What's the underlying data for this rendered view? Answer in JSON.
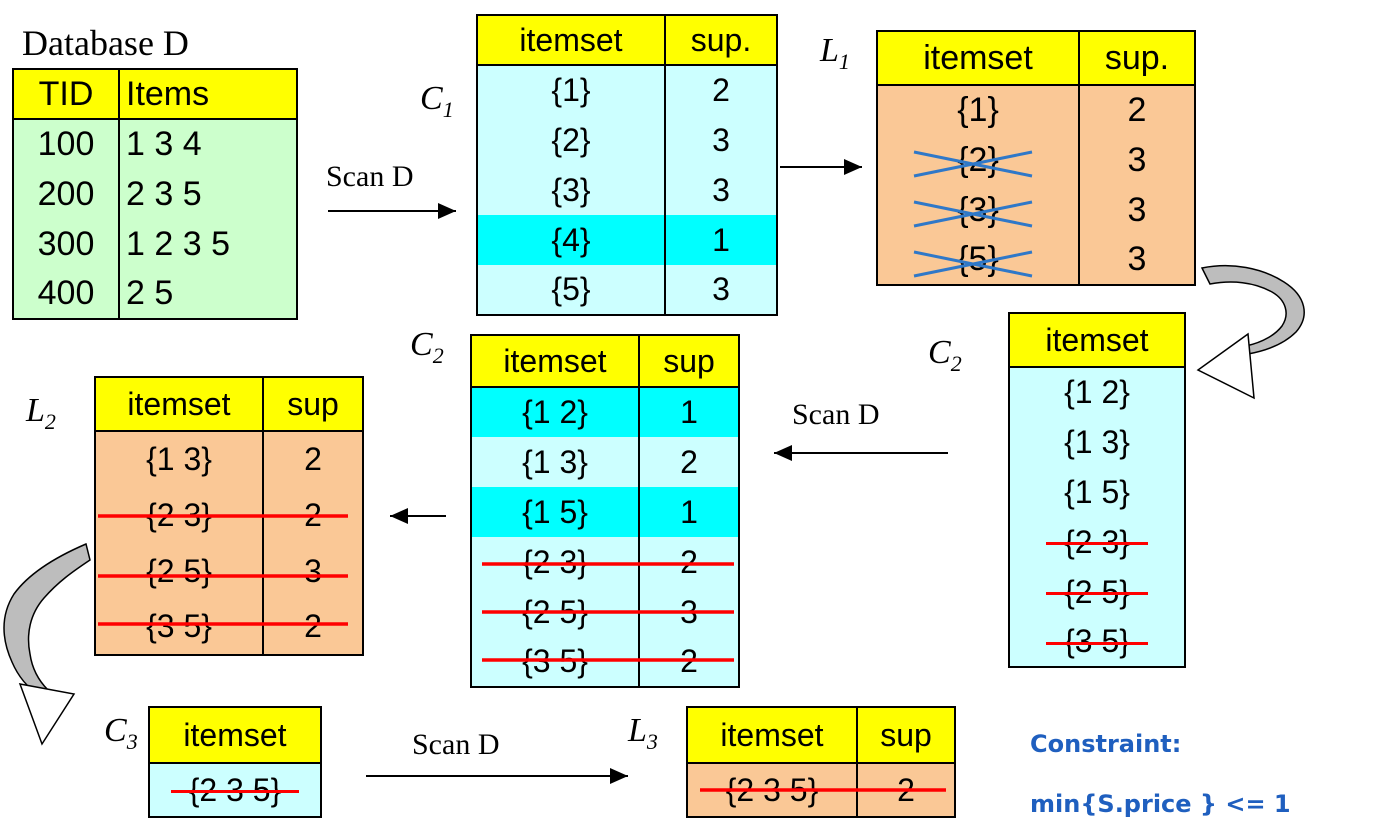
{
  "database": {
    "label": "Database D",
    "headers": [
      "TID",
      "Items"
    ],
    "rows": [
      [
        "100",
        "1 3 4"
      ],
      [
        "200",
        "2 3 5"
      ],
      [
        "300",
        "1 2 3 5"
      ],
      [
        "400",
        "2 5"
      ]
    ]
  },
  "scan_label": "Scan D",
  "c1": {
    "label": "C",
    "sub": "1",
    "headers": [
      "itemset",
      "sup."
    ],
    "rows": [
      [
        "{1}",
        "2"
      ],
      [
        "{2}",
        "3"
      ],
      [
        "{3}",
        "3"
      ],
      [
        "{4}",
        "1"
      ],
      [
        "{5}",
        "3"
      ]
    ]
  },
  "l1": {
    "label": "L",
    "sub": "1",
    "headers": [
      "itemset",
      "sup."
    ],
    "rows": [
      [
        "{1}",
        "2"
      ],
      [
        "{2}",
        "3"
      ],
      [
        "{3}",
        "3"
      ],
      [
        "{5}",
        "3"
      ]
    ]
  },
  "c2_right": {
    "label": "C",
    "sub": "2",
    "headers": [
      "itemset"
    ],
    "rows": [
      [
        "{1 2}"
      ],
      [
        "{1 3}"
      ],
      [
        "{1 5}"
      ],
      [
        "{2 3}"
      ],
      [
        "{2 5}"
      ],
      [
        "{3 5}"
      ]
    ]
  },
  "c2_mid": {
    "label": "C",
    "sub": "2",
    "headers": [
      "itemset",
      "sup"
    ],
    "rows": [
      [
        "{1 2}",
        "1"
      ],
      [
        "{1 3}",
        "2"
      ],
      [
        "{1 5}",
        "1"
      ],
      [
        "{2 3}",
        "2"
      ],
      [
        "{2 5}",
        "3"
      ],
      [
        "{3 5}",
        "2"
      ]
    ]
  },
  "l2": {
    "label": "L",
    "sub": "2",
    "headers": [
      "itemset",
      "sup"
    ],
    "rows": [
      [
        "{1 3}",
        "2"
      ],
      [
        "{2 3}",
        "2"
      ],
      [
        "{2 5}",
        "3"
      ],
      [
        "{3 5}",
        "2"
      ]
    ]
  },
  "c3": {
    "label": "C",
    "sub": "3",
    "headers": [
      "itemset"
    ],
    "rows": [
      [
        "{2 3 5}"
      ]
    ]
  },
  "l3": {
    "label": "L",
    "sub": "3",
    "headers": [
      "itemset",
      "sup"
    ],
    "rows": [
      [
        "{2 3 5}",
        "2"
      ]
    ]
  },
  "constraint": {
    "line1": "Constraint:",
    "line2": "min{S.price } <= 1"
  },
  "colors": {
    "header": "#ffff00",
    "db": "#ccffcc",
    "candidate": "#ccffff",
    "candidate_highlight": "#00ffff",
    "large": "#fac896",
    "strike": "#ff0000",
    "cross": "#2f78c8",
    "constraint_text": "#1f5fbf"
  }
}
